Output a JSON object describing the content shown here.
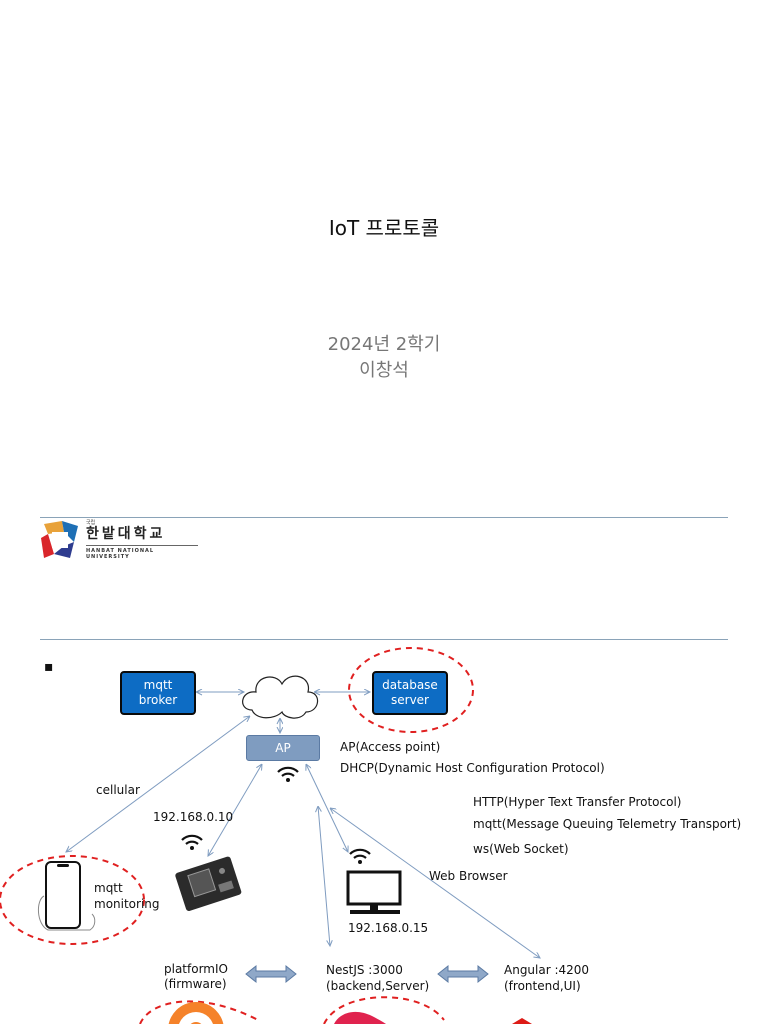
{
  "slide1": {
    "title": "IoT 프로토콜",
    "subtitle_line1": "2024년 2학기",
    "subtitle_line2": "이창석"
  },
  "logo": {
    "tag": "국립",
    "name_ko": "한밭대학교",
    "name_en": "HANBAT NATIONAL UNIVERSITY"
  },
  "slide2": {
    "bullet": "▪",
    "mqtt_broker": "mqtt\nbroker",
    "database_server": "database\nserver",
    "ap_box": "AP",
    "ap_desc": "AP(Access point)",
    "dhcp_desc": "DHCP(Dynamic Host Configuration Protocol)",
    "http_desc": "HTTP(Hyper Text Transfer Protocol)",
    "mqtt_desc": "mqtt(Message Queuing Telemetry Transport)",
    "ws_desc": "ws(Web Socket)",
    "cellular": "cellular",
    "esp_ip": "192.168.0.10",
    "pc_ip": "192.168.0.15",
    "web_browser": "Web Browser",
    "mqtt_monitoring_1": "mqtt",
    "mqtt_monitoring_2": "monitoring",
    "platformio_1": "platformIO",
    "platformio_2": "(firmware)",
    "nestjs_1": "NestJS  :3000",
    "nestjs_2": "(backend,Server)",
    "angular_1": "Angular     :4200",
    "angular_2": "(frontend,UI)"
  },
  "colors": {
    "box_blue": "#0d6cc4",
    "ap_gray_blue": "#7f9cc0",
    "dashed_red": "#e02020",
    "rule": "#8aa3b8"
  }
}
